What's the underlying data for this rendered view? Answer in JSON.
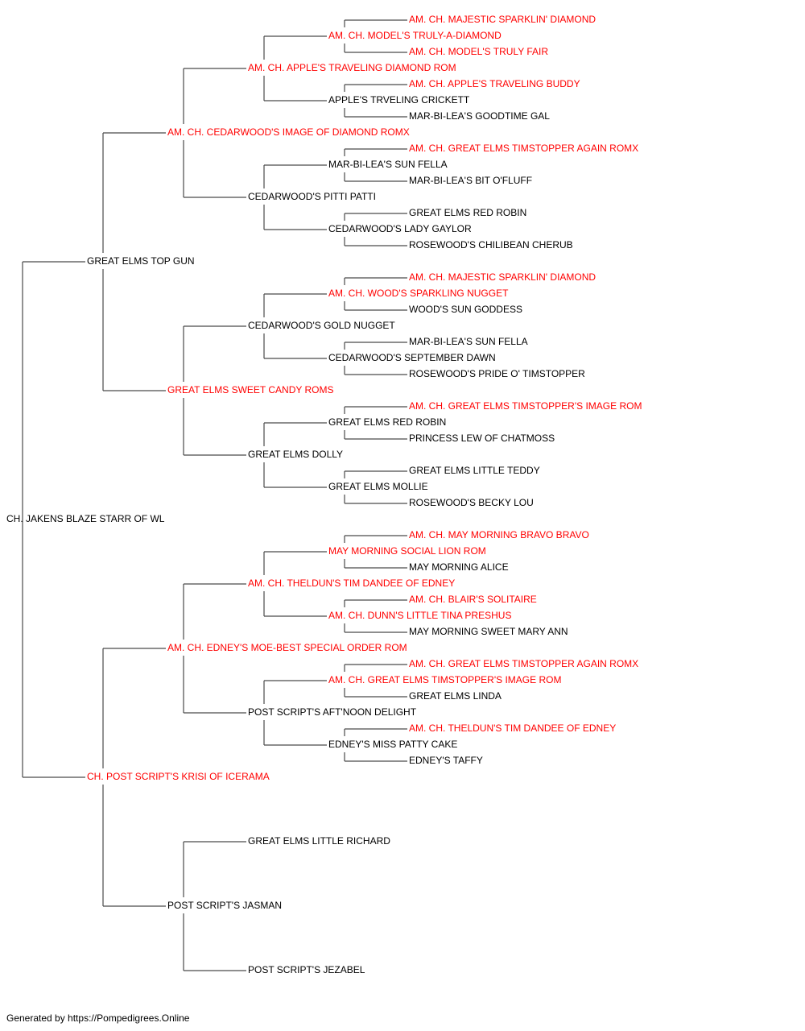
{
  "colors": {
    "champion": "#ff0000",
    "normal": "#000000",
    "line": "#4a4a4a"
  },
  "footer": {
    "text": "Generated by https://Pompedigrees.Online"
  },
  "pedigree": {
    "name": "CH. JAKENS BLAZE STARR OF WL",
    "champion": false,
    "sire": {
      "name": "GREAT ELMS TOP GUN",
      "champion": false,
      "sire": {
        "name": "AM. CH. CEDARWOOD'S IMAGE OF DIAMOND ROMX",
        "champion": true,
        "sire": {
          "name": "AM. CH. APPLE'S TRAVELING DIAMOND ROM",
          "champion": true,
          "sire": {
            "name": "AM. CH. MODEL'S TRULY-A-DIAMOND",
            "champion": true,
            "sire": {
              "name": "AM. CH. MAJESTIC SPARKLIN' DIAMOND",
              "champion": true
            },
            "dam": {
              "name": "AM. CH. MODEL'S TRULY FAIR",
              "champion": true
            }
          },
          "dam": {
            "name": "APPLE'S TRVELING CRICKETT",
            "champion": false,
            "sire": {
              "name": "AM. CH. APPLE'S TRAVELING BUDDY",
              "champion": true
            },
            "dam": {
              "name": "MAR-BI-LEA'S GOODTIME GAL",
              "champion": false
            }
          }
        },
        "dam": {
          "name": "CEDARWOOD'S PITTI PATTI",
          "champion": false,
          "sire": {
            "name": "MAR-BI-LEA'S SUN FELLA",
            "champion": false,
            "sire": {
              "name": "AM. CH. GREAT ELMS TIMSTOPPER AGAIN ROMX",
              "champion": true
            },
            "dam": {
              "name": "MAR-BI-LEA'S BIT O'FLUFF",
              "champion": false
            }
          },
          "dam": {
            "name": "CEDARWOOD'S LADY GAYLOR",
            "champion": false,
            "sire": {
              "name": "GREAT ELMS RED ROBIN",
              "champion": false
            },
            "dam": {
              "name": "ROSEWOOD'S CHILIBEAN CHERUB",
              "champion": false
            }
          }
        }
      },
      "dam": {
        "name": "GREAT ELMS SWEET CANDY ROMS",
        "champion": true,
        "sire": {
          "name": "CEDARWOOD'S GOLD NUGGET",
          "champion": false,
          "sire": {
            "name": "AM. CH. WOOD'S SPARKLING NUGGET",
            "champion": true,
            "sire": {
              "name": "AM. CH. MAJESTIC SPARKLIN' DIAMOND",
              "champion": true
            },
            "dam": {
              "name": "WOOD'S SUN GODDESS",
              "champion": false
            }
          },
          "dam": {
            "name": "CEDARWOOD'S SEPTEMBER DAWN",
            "champion": false,
            "sire": {
              "name": "MAR-BI-LEA'S SUN FELLA",
              "champion": false
            },
            "dam": {
              "name": "ROSEWOOD'S PRIDE O' TIMSTOPPER",
              "champion": false
            }
          }
        },
        "dam": {
          "name": "GREAT ELMS DOLLY",
          "champion": false,
          "sire": {
            "name": "GREAT ELMS RED ROBIN",
            "champion": false,
            "sire": {
              "name": "AM. CH. GREAT ELMS TIMSTOPPER'S IMAGE ROM",
              "champion": true
            },
            "dam": {
              "name": "PRINCESS LEW OF CHATMOSS",
              "champion": false
            }
          },
          "dam": {
            "name": "GREAT ELMS MOLLIE",
            "champion": false,
            "sire": {
              "name": "GREAT ELMS LITTLE TEDDY",
              "champion": false
            },
            "dam": {
              "name": "ROSEWOOD'S BECKY LOU",
              "champion": false
            }
          }
        }
      }
    },
    "dam": {
      "name": "CH. POST SCRIPT'S KRISI OF ICERAMA",
      "champion": true,
      "sire": {
        "name": "AM. CH. EDNEY'S MOE-BEST SPECIAL ORDER ROM",
        "champion": true,
        "sire": {
          "name": "AM. CH. THELDUN'S TIM DANDEE OF EDNEY",
          "champion": true,
          "sire": {
            "name": "MAY MORNING SOCIAL LION ROM",
            "champion": true,
            "sire": {
              "name": "AM. CH. MAY MORNING BRAVO BRAVO",
              "champion": true
            },
            "dam": {
              "name": "MAY MORNING ALICE",
              "champion": false
            }
          },
          "dam": {
            "name": "AM. CH. DUNN'S LITTLE TINA PRESHUS",
            "champion": true,
            "sire": {
              "name": "AM. CH. BLAIR'S SOLITAIRE",
              "champion": true
            },
            "dam": {
              "name": "MAY MORNING SWEET MARY ANN",
              "champion": false
            }
          }
        },
        "dam": {
          "name": "POST SCRIPT'S AFT'NOON DELIGHT",
          "champion": false,
          "sire": {
            "name": "AM. CH. GREAT ELMS TIMSTOPPER'S IMAGE ROM",
            "champion": true,
            "sire": {
              "name": "AM. CH. GREAT ELMS TIMSTOPPER AGAIN ROMX",
              "champion": true
            },
            "dam": {
              "name": "GREAT ELMS LINDA",
              "champion": false
            }
          },
          "dam": {
            "name": "EDNEY'S MISS PATTY CAKE",
            "champion": false,
            "sire": {
              "name": "AM. CH. THELDUN'S TIM DANDEE OF EDNEY",
              "champion": true
            },
            "dam": {
              "name": "EDNEY'S TAFFY",
              "champion": false
            }
          }
        }
      },
      "dam": {
        "name": "POST SCRIPT'S JASMAN",
        "champion": false,
        "sire": {
          "name": "GREAT ELMS LITTLE RICHARD",
          "champion": false
        },
        "dam": {
          "name": "POST SCRIPT'S JEZABEL",
          "champion": false
        }
      }
    }
  }
}
